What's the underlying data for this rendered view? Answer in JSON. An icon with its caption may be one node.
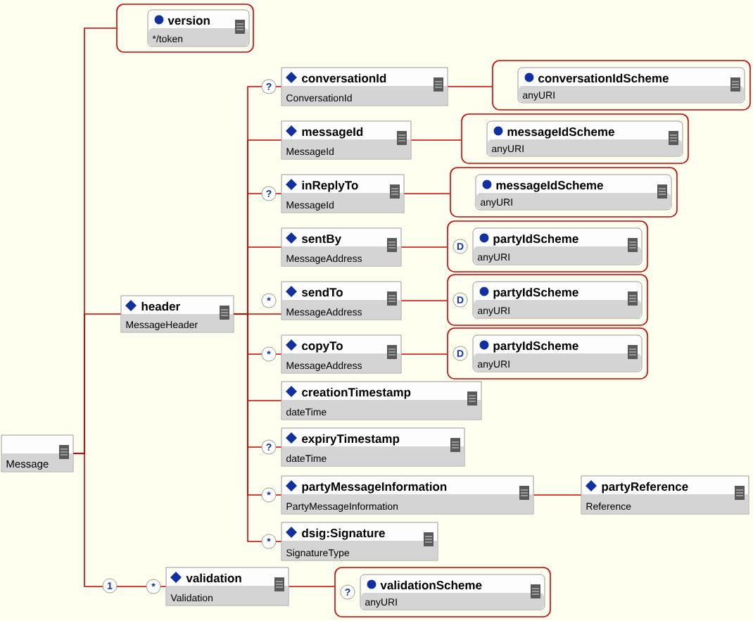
{
  "diagram": {
    "nodes": [
      {
        "text": [
          "Message"
        ]
      },
      {
        "text": [],
        "shape": "box"
      },
      {
        "text": [
          "version",
          "*/token"
        ],
        "in": 1
      },
      {
        "text": [
          "header",
          "MessageHeader"
        ]
      },
      {
        "text": [
          "conversationId",
          "ConversationId"
        ],
        "beside": [
          "?"
        ]
      },
      {
        "text": [],
        "shape": "box"
      },
      {
        "text": [
          "conversationIdScheme",
          "anyURI"
        ],
        "in": 5
      },
      {
        "text": [
          "messageId",
          "MessageId"
        ]
      },
      {
        "text": [],
        "shape": "box"
      },
      {
        "text": [
          "messageIdScheme",
          "anyURI"
        ],
        "in": 8
      },
      {
        "text": [
          "inReplyTo",
          "MessageId"
        ],
        "beside": [
          "?"
        ]
      },
      {
        "text": [],
        "shape": "box"
      },
      {
        "text": [
          "messageIdScheme",
          "anyURI"
        ],
        "in": 11
      },
      {
        "text": [
          "sentBy",
          "MessageAddress"
        ]
      },
      {
        "text": [],
        "shape": "box"
      },
      {
        "text": [
          "partyIdScheme",
          "anyURI"
        ],
        "in": 14,
        "beside": [
          "D"
        ]
      },
      {
        "text": [
          "sendTo",
          "MessageAddress"
        ],
        "beside": [
          "*"
        ]
      },
      {
        "text": [],
        "shape": "box"
      },
      {
        "text": [
          "partyIdScheme",
          "anyURI"
        ],
        "in": 17,
        "beside": [
          "D"
        ]
      },
      {
        "text": [
          "copyTo",
          "MessageAddress"
        ],
        "beside": [
          "*"
        ]
      },
      {
        "text": [],
        "shape": "box"
      },
      {
        "text": [
          "partyIdScheme",
          "anyURI"
        ],
        "in": 20,
        "beside": [
          "D"
        ]
      },
      {
        "text": [
          "creationTimestamp",
          "dateTime"
        ]
      },
      {
        "text": [
          "expiryTimestamp",
          "dateTime"
        ],
        "beside": [
          "?"
        ]
      },
      {
        "text": [
          "partyMessageInformation",
          "PartyMessageInformation"
        ],
        "beside": [
          "*"
        ]
      },
      {
        "text": [
          "partyReference",
          "Reference"
        ]
      },
      {
        "text": [
          "dsig:Signature",
          "SignatureType"
        ],
        "beside": [
          "*"
        ]
      },
      {
        "text": [
          "validation",
          "Validation"
        ],
        "beside": [
          "*"
        ]
      },
      {
        "text": [],
        "shape": "box"
      },
      {
        "text": [
          "validationScheme",
          "anyURI"
        ],
        "in": 28,
        "beside": [
          "?"
        ]
      }
    ],
    "edges": [
      {
        "from": 0,
        "to": 1,
        "arrow": "none"
      },
      {
        "from": 0,
        "to": 3,
        "arrow": "none"
      },
      {
        "from": 0,
        "to": 27,
        "arrow": "none",
        "label": "1"
      },
      {
        "from": 3,
        "to": 4,
        "arrow": "none"
      },
      {
        "from": 3,
        "to": 7,
        "arrow": "none"
      },
      {
        "from": 3,
        "to": 10,
        "arrow": "none"
      },
      {
        "from": 3,
        "to": 13,
        "arrow": "none"
      },
      {
        "from": 3,
        "to": 16,
        "arrow": "none"
      },
      {
        "from": 3,
        "to": 19,
        "arrow": "none"
      },
      {
        "from": 3,
        "to": 22,
        "arrow": "none"
      },
      {
        "from": 3,
        "to": 23,
        "arrow": "none"
      },
      {
        "from": 3,
        "to": 24,
        "arrow": "none"
      },
      {
        "from": 3,
        "to": 26,
        "arrow": "none"
      },
      {
        "from": 4,
        "to": 5,
        "arrow": "none"
      },
      {
        "from": 7,
        "to": 8,
        "arrow": "none"
      },
      {
        "from": 10,
        "to": 11,
        "arrow": "none"
      },
      {
        "from": 13,
        "to": 14,
        "arrow": "none"
      },
      {
        "from": 16,
        "to": 17,
        "arrow": "none"
      },
      {
        "from": 19,
        "to": 20,
        "arrow": "none"
      },
      {
        "from": 24,
        "to": 25,
        "arrow": "none"
      },
      {
        "from": 27,
        "to": 28,
        "arrow": "none"
      }
    ]
  }
}
